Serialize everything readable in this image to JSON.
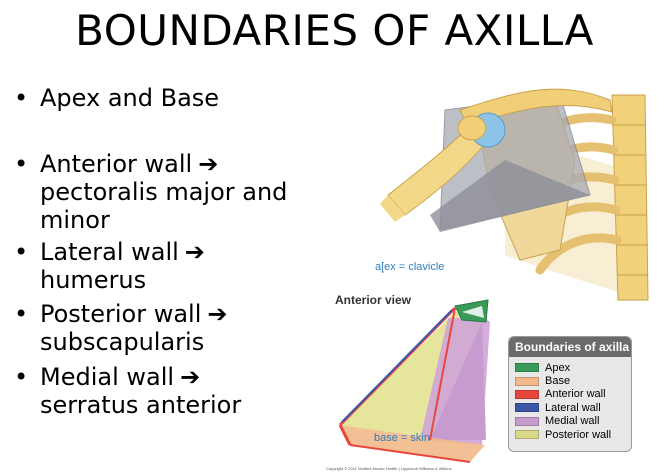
{
  "slide": {
    "title": "BOUNDARIES OF AXILLA",
    "bullets": [
      {
        "lines": [
          "Apex and Base"
        ],
        "arrow": false
      },
      {
        "lines": [
          "Anterior wall",
          "pectoralis major and",
          "minor"
        ],
        "arrow": true
      },
      {
        "lines": [
          "Lateral wall",
          "humerus"
        ],
        "arrow": true
      },
      {
        "lines": [
          "Posterior wall",
          "subscapularis"
        ],
        "arrow": true
      },
      {
        "lines": [
          "Medial wall",
          "serratus anterior"
        ],
        "arrow": true
      }
    ],
    "arrow_glyph": "➔",
    "bullet_glyph": "•"
  },
  "figure": {
    "apex_caption": "a[ex = clavicle",
    "view_label": "Anterior view",
    "base_caption": "base = skin",
    "copyright": "Copyright © 2011 Wolters Kluwer Health | Lippincott Williams & Wilkins"
  },
  "legend": {
    "title": "Boundaries of axilla",
    "items": [
      {
        "label": "Apex",
        "color": "#3a9a5a"
      },
      {
        "label": "Base",
        "color": "#f2b88a"
      },
      {
        "label": "Anterior wall",
        "color": "#e8463c"
      },
      {
        "label": "Lateral wall",
        "color": "#3b58a8"
      },
      {
        "label": "Medial wall",
        "color": "#c79bd0"
      },
      {
        "label": "Posterior wall",
        "color": "#d9d98a"
      }
    ]
  }
}
